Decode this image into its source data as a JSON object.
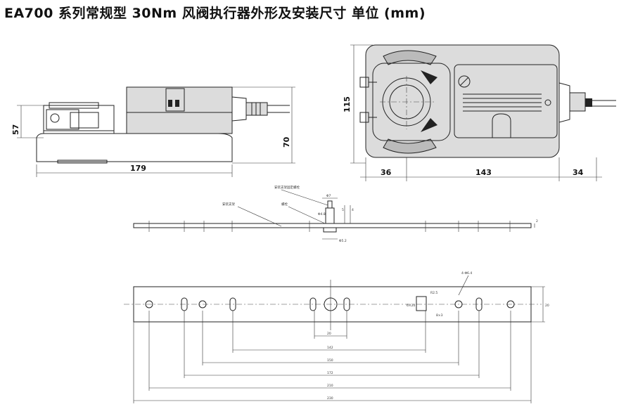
{
  "title": "EA700 系列常规型 30Nm 风阀执行器外形及安装尺寸 单位 (mm)",
  "side_view": {
    "dim_width": "179",
    "dim_height_left": "57",
    "dim_height_right": "70"
  },
  "front_view": {
    "dim_height": "115",
    "dim_left": "36",
    "dim_middle": "143",
    "dim_right": "34"
  },
  "bracket_side": {
    "label_bracket": "安装支架",
    "label_part": "螺栓",
    "label_top_note": "安装支架固定螺栓",
    "dim_d7": "Φ7",
    "dim_d48": "Φ4.8",
    "dim_d52": "Φ5.2",
    "dim_h5": "5",
    "dim_h4": "4",
    "dim_t": "2"
  },
  "bracket_top": {
    "dim_20": "20",
    "dim_142": "142",
    "dim_150": "150",
    "dim_172": "172",
    "dim_210": "210",
    "dim_230": "230",
    "dim_height": "20",
    "dim_r25": "R2.5",
    "dim_hole": "4-Φ6.4",
    "dim_slot_a": "6×20",
    "dim_slot_b": "8×3"
  }
}
